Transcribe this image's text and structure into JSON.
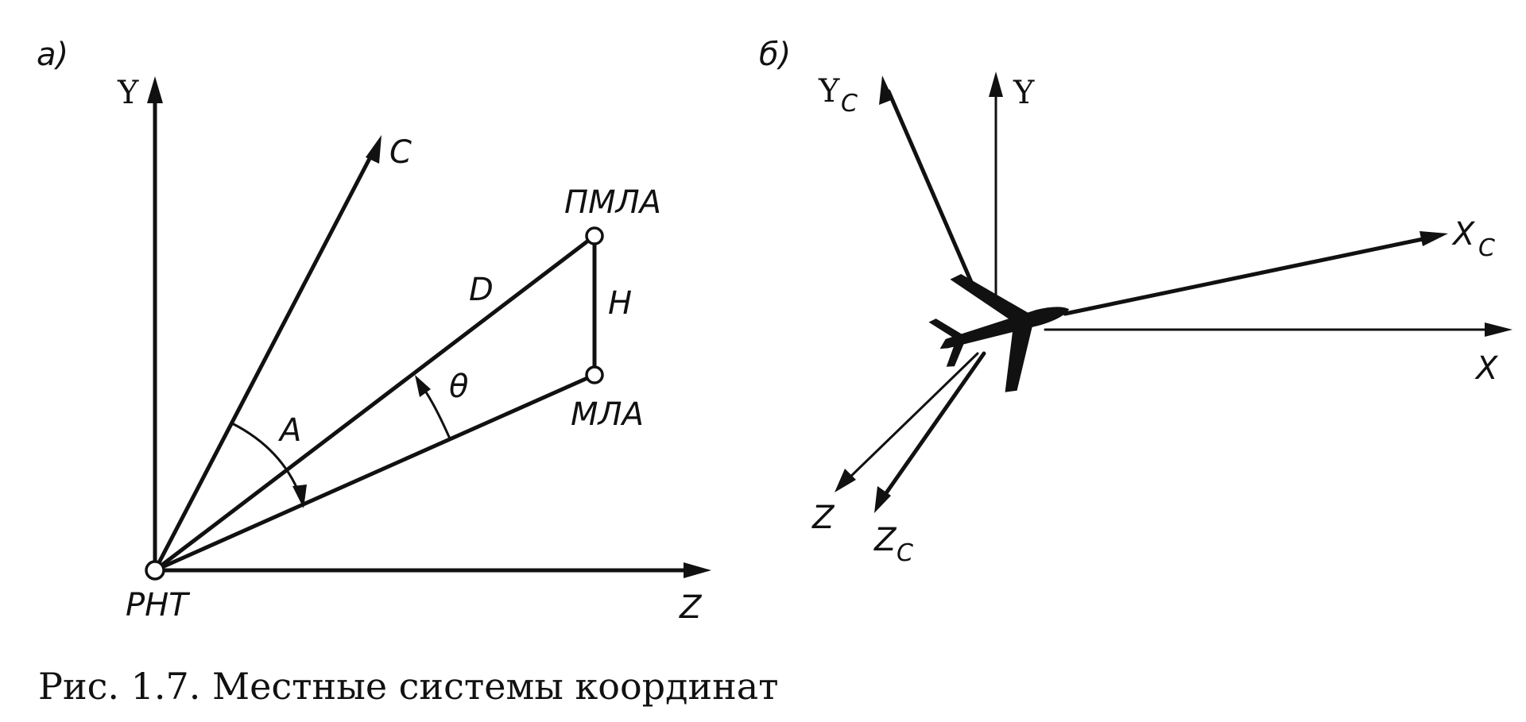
{
  "panel_a": {
    "tag": "a)",
    "axis_y": "Y",
    "axis_c": "C",
    "axis_z": "Z",
    "label_pmla": "ПМЛА",
    "label_mla": "МЛА",
    "label_rnt": "РНТ",
    "label_d": "D",
    "label_h": "H",
    "label_a": "A",
    "label_theta": "θ"
  },
  "panel_b": {
    "tag": "б)",
    "axis_yc": "Y",
    "axis_yc_sub": "C",
    "axis_y": "Y",
    "axis_xc": "X",
    "axis_xc_sub": "C",
    "axis_x": "X",
    "axis_z": "Z",
    "axis_zc": "Z",
    "axis_zc_sub": "C"
  },
  "caption": "Рис. 1.7. Местные системы координат"
}
